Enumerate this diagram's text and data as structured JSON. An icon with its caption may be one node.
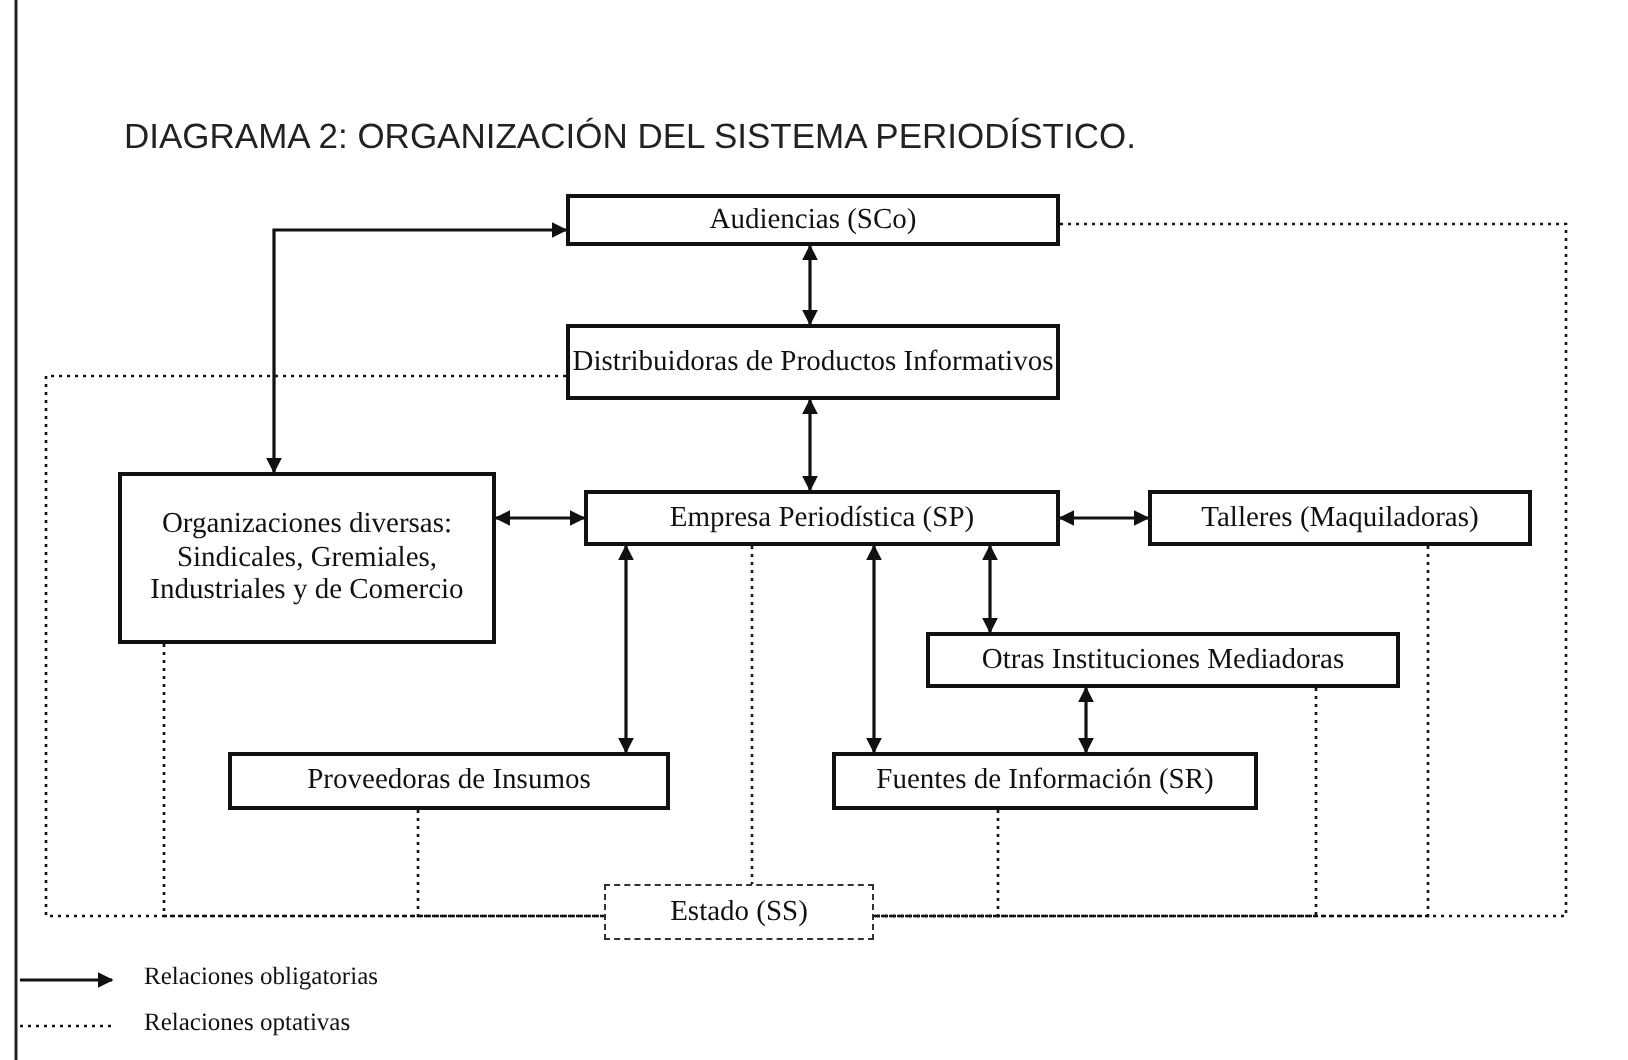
{
  "diagram": {
    "title": "DIAGRAMA 2: ORGANIZACIÓN DEL SISTEMA PERIODÍSTICO.",
    "nodes": [
      {
        "text": [
          "Audiencias (SCo)"
        ]
      },
      {
        "text": [
          "Distribuidoras de Productos Informativos"
        ]
      },
      {
        "text": [
          "Organizaciones diversas: Sindicales, Gremiales, Industriales y de Comercio"
        ]
      },
      {
        "text": [
          "Empresa Periodística (SP)"
        ]
      },
      {
        "text": [
          "Talleres (Maquiladoras)"
        ]
      },
      {
        "text": [
          "Otras Instituciones Mediadoras"
        ]
      },
      {
        "text": [
          "Proveedoras de Insumos"
        ]
      },
      {
        "text": [
          "Fuentes de Información (SR)"
        ]
      },
      {
        "text": [
          "Estado (SS)"
        ]
      }
    ],
    "edges": [
      {
        "from": 0,
        "to": 1,
        "arrow": "both"
      },
      {
        "from": 1,
        "to": 3,
        "arrow": "both"
      },
      {
        "from": 0,
        "to": 2,
        "arrow": "both"
      },
      {
        "from": 2,
        "to": 3,
        "arrow": "both"
      },
      {
        "from": 3,
        "to": 4,
        "arrow": "both"
      },
      {
        "from": 3,
        "to": 6,
        "arrow": "both"
      },
      {
        "from": 3,
        "to": 7,
        "arrow": "both"
      },
      {
        "from": 3,
        "to": 5,
        "arrow": "both"
      },
      {
        "from": 5,
        "to": 7,
        "arrow": "both"
      },
      {
        "from": 0,
        "to": 8,
        "arrow": "none",
        "style": "dashed"
      },
      {
        "from": 1,
        "to": 8,
        "arrow": "none",
        "style": "dashed"
      },
      {
        "from": 2,
        "to": 8,
        "arrow": "none",
        "style": "dashed"
      },
      {
        "from": 6,
        "to": 8,
        "arrow": "none",
        "style": "dashed"
      },
      {
        "from": 3,
        "to": 8,
        "arrow": "none",
        "style": "dashed"
      },
      {
        "from": 7,
        "to": 8,
        "arrow": "none",
        "style": "dashed"
      },
      {
        "from": 5,
        "to": 8,
        "arrow": "none",
        "style": "dashed"
      },
      {
        "from": 4,
        "to": 8,
        "arrow": "none",
        "style": "dashed"
      }
    ],
    "legend": [
      {
        "text": "Relaciones obligatorias"
      },
      {
        "text": "Relaciones optativas"
      }
    ]
  }
}
